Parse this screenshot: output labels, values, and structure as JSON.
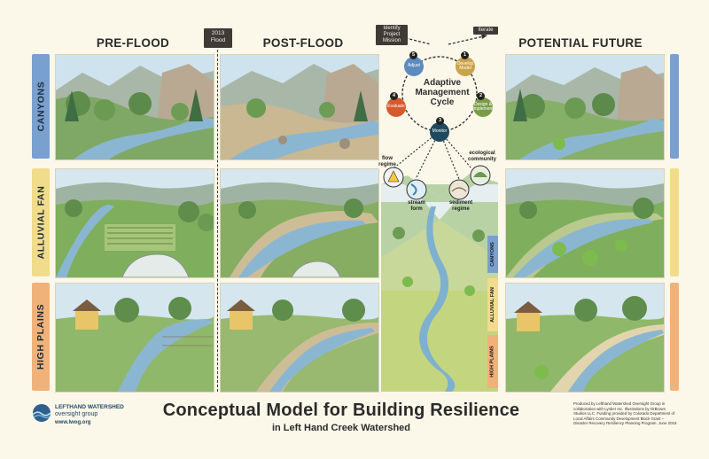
{
  "columns": {
    "pre_flood": "PRE-FLOOD",
    "post_flood": "POST-FLOOD",
    "potential_future": "POTENTIAL FUTURE"
  },
  "flood_marker": {
    "line1": "2013",
    "line2": "Flood"
  },
  "rows": {
    "canyons": "CANYONS",
    "alluvial_fan": "ALLUVIAL FAN",
    "high_plains": "HIGH PLAINS"
  },
  "row_colors": {
    "canyons": "#7aa0cf",
    "alluvial_fan": "#f0dc8a",
    "high_plains": "#f1b27a"
  },
  "cycle": {
    "title_line1": "Adaptive",
    "title_line2": "Management",
    "title_line3": "Cycle",
    "identify": "Identify Project Mission",
    "iterate": "Iterate",
    "steps": [
      {
        "num": "1",
        "label": "Develop Model",
        "color": "#c9a34a"
      },
      {
        "num": "2",
        "label": "Design & Implement",
        "color": "#7a9c46"
      },
      {
        "num": "3",
        "label": "Monitor",
        "color": "#1f4a5e"
      },
      {
        "num": "4",
        "label": "Evaluate",
        "color": "#d65a2e"
      },
      {
        "num": "5",
        "label": "Adjust",
        "color": "#5b8bc0"
      }
    ],
    "monitor_items": {
      "flow_regime": "flow regime",
      "ecological_community": "ecological community",
      "stream_form": "stream form",
      "sediment_regime": "sediment regime"
    }
  },
  "profile_labels": {
    "canyons": "CANYONS",
    "alluvial_fan": "ALLUVIAL FAN",
    "high_plains": "HIGH PLAINS"
  },
  "title": "Conceptual Model for Building Resilience",
  "subtitle": "in Left Hand Creek Watershed",
  "logo": {
    "line1": "LEFTHAND WATERSHED",
    "line2": "oversight group",
    "url": "www.lwog.org"
  },
  "credits": "Produced by Lefthand Watershed Oversight Group in collaboration with Lynker Inc. Illustrations by DrBrown Studios LLC. Funding provided by Colorado Department of Local Affairs Community Development Block Grant – Disaster Recovery Resiliency Planning Program. June 2018"
}
